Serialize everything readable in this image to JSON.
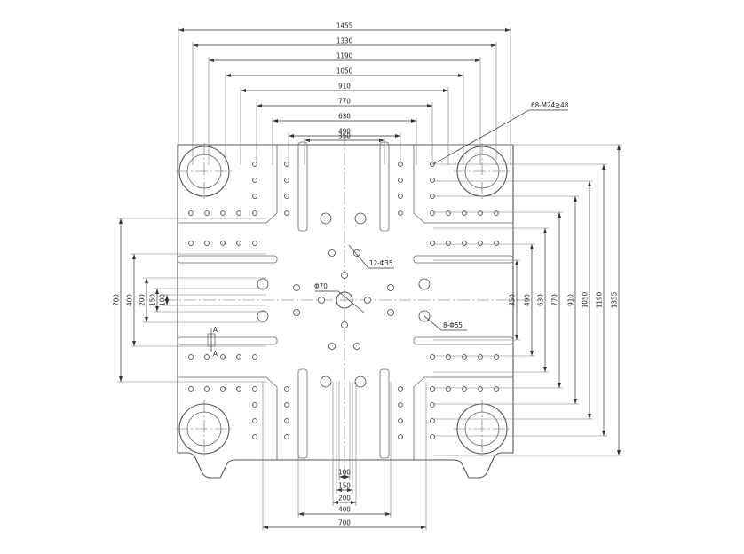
{
  "drawing": {
    "horizontal_dimensions_top": [
      "1455",
      "1330",
      "1190",
      "1050",
      "910",
      "770",
      "630",
      "490",
      "350"
    ],
    "horizontal_dimensions_bottom": [
      "100",
      "150",
      "200",
      "400",
      "700"
    ],
    "vertical_dimensions_right": [
      "350",
      "490",
      "630",
      "770",
      "910",
      "1050",
      "1190",
      "1355"
    ],
    "vertical_dimensions_left": [
      "700",
      "400",
      "200",
      "150",
      "100"
    ],
    "callouts": {
      "tapped_holes": "68-M24≧48",
      "small_holes": "12-Φ35",
      "center_bore": "Φ70",
      "large_holes": "8-Φ55",
      "section_top": "A",
      "section_bottom": "A"
    }
  }
}
